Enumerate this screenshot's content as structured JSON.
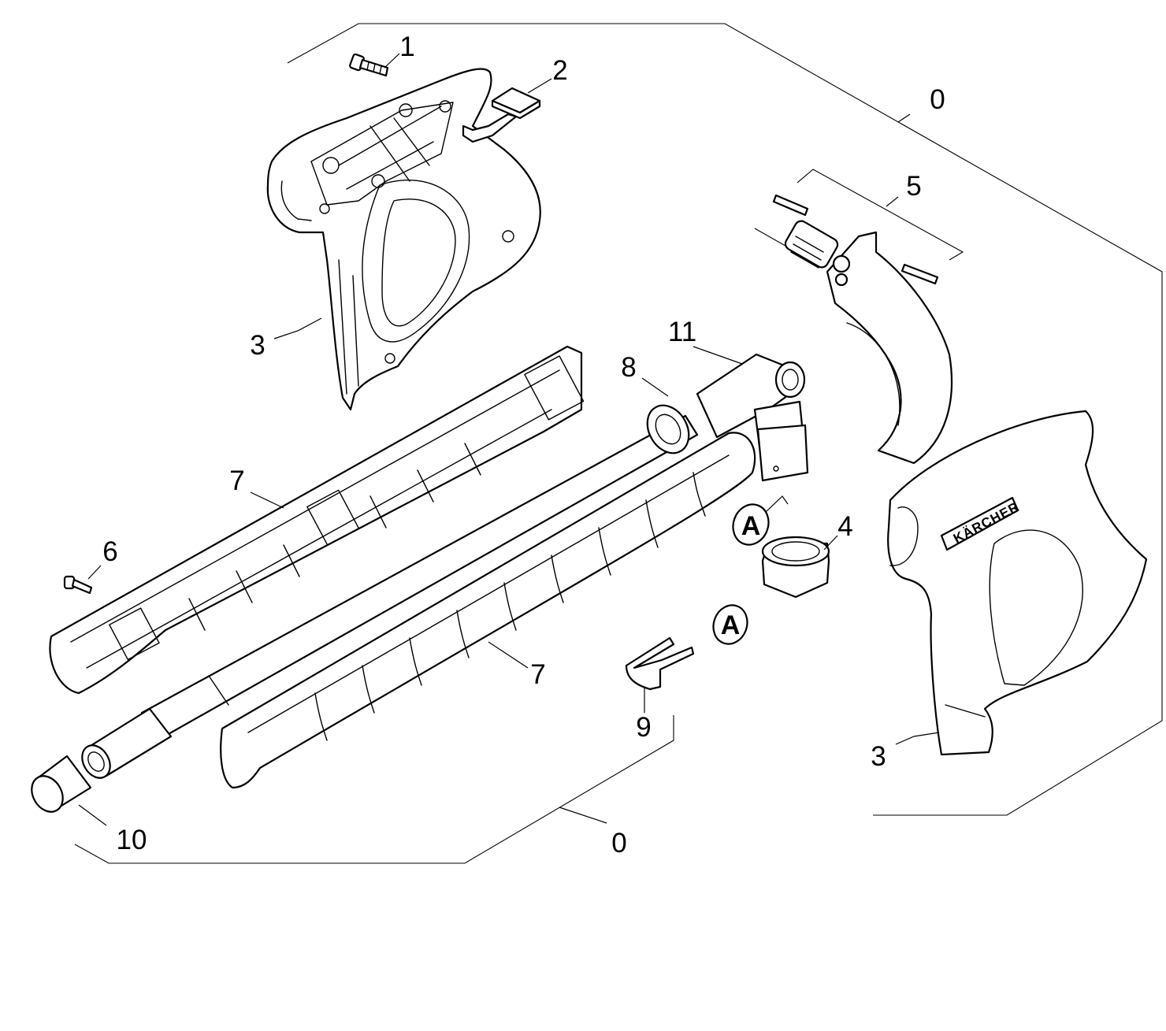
{
  "diagram": {
    "callouts": {
      "c0_top": "0",
      "c1": "1",
      "c2": "2",
      "c3_left": "3",
      "c5": "5",
      "c11": "11",
      "c8": "8",
      "c7_upper": "7",
      "c6": "6",
      "c4": "4",
      "c7_lower": "7",
      "c9": "9",
      "c3_right": "3",
      "c10": "10",
      "c0_bottom": "0"
    },
    "badges": {
      "a_upper": "A",
      "a_lower": "A"
    },
    "brand_logo": "KÄRCHER"
  }
}
